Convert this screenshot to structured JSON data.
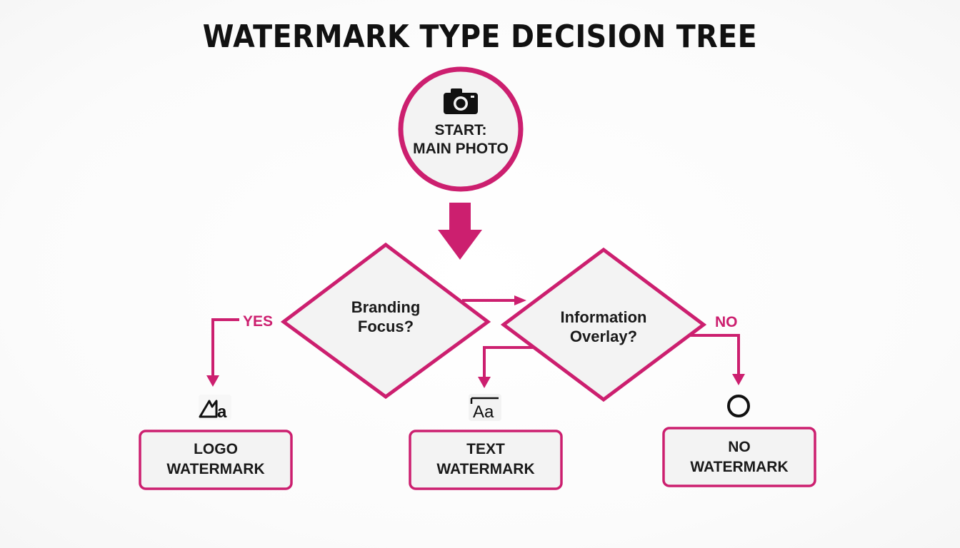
{
  "title": "WATERMARK TYPE DECISION TREE",
  "colors": {
    "accent": "#cc1f6f",
    "node_fill": "#f2f2f2",
    "text": "#1a1a1a"
  },
  "start": {
    "icon": "camera-icon",
    "line1": "START:",
    "line2": "MAIN PHOTO"
  },
  "decisions": [
    {
      "line1": "Branding",
      "line2": "Focus?"
    },
    {
      "line1": "Information",
      "line2": "Overlay?"
    }
  ],
  "branches": {
    "yes": "YES",
    "no": "NO"
  },
  "outcomes": [
    {
      "icon": "logo-watermark-icon",
      "line1": "LOGO",
      "line2": "WATERMARK"
    },
    {
      "icon": "text-watermark-icon",
      "line1": "TEXT",
      "line2": "WATERMARK"
    },
    {
      "icon": "no-watermark-icon",
      "line1": "NO",
      "line2": "WATERMARK"
    }
  ]
}
